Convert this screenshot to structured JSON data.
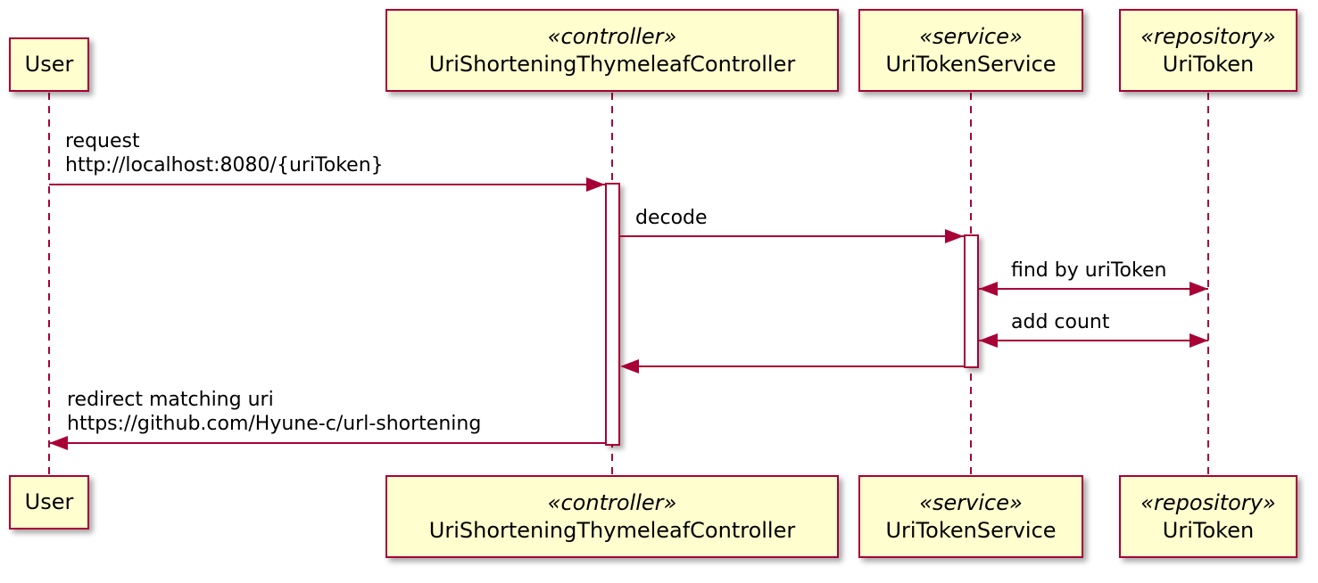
{
  "diagram": {
    "type": "sequence",
    "colors": {
      "participant_fill": "#FEFECE",
      "line": "#A80036",
      "text": "#000000",
      "activation_fill": "#FFFFFF",
      "background": "#FFFFFF"
    },
    "participants": [
      {
        "name": "User",
        "stereotype": ""
      },
      {
        "name": "UriShorteningThymeleafController",
        "stereotype": "«controller»"
      },
      {
        "name": "UriTokenService",
        "stereotype": "«service»"
      },
      {
        "name": "UriToken",
        "stereotype": "«repository»"
      }
    ],
    "messages": [
      {
        "from": "User",
        "to": "UriShorteningThymeleafController",
        "arrow": "solid-right",
        "lines": [
          "request",
          "http://localhost:8080/{uriToken}"
        ]
      },
      {
        "from": "UriShorteningThymeleafController",
        "to": "UriTokenService",
        "arrow": "solid-right",
        "lines": [
          "decode"
        ]
      },
      {
        "from": "UriTokenService",
        "to": "UriToken",
        "arrow": "solid-both",
        "lines": [
          "find by uriToken"
        ]
      },
      {
        "from": "UriTokenService",
        "to": "UriToken",
        "arrow": "solid-both",
        "lines": [
          "add count"
        ]
      },
      {
        "from": "UriTokenService",
        "to": "UriShorteningThymeleafController",
        "arrow": "solid-left",
        "lines": []
      },
      {
        "from": "UriShorteningThymeleafController",
        "to": "User",
        "arrow": "solid-left",
        "lines": [
          "redirect matching uri",
          "https://github.com/Hyune-c/url-shortening"
        ]
      }
    ]
  }
}
